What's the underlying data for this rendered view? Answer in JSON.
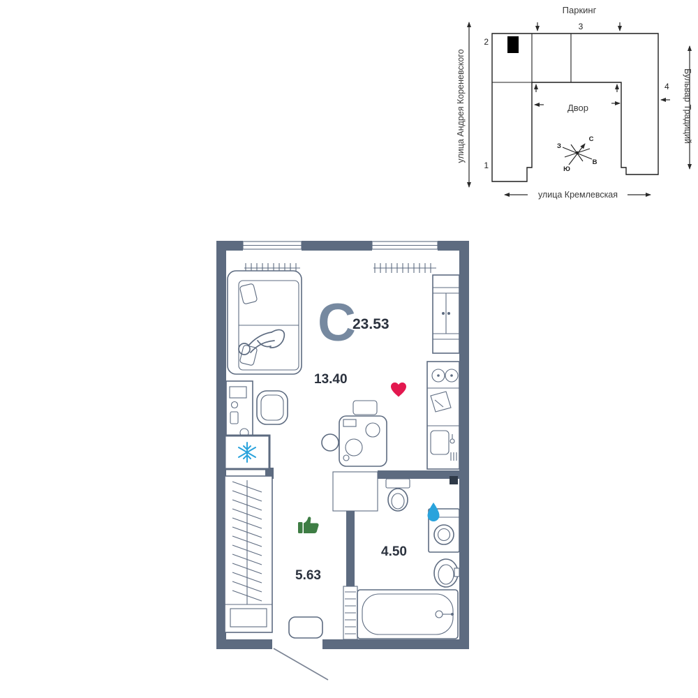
{
  "site_map": {
    "parking_label": "Паркинг",
    "street_left": "улица Андрея Кореневского",
    "street_right": "Бульвар Традиций",
    "street_bottom": "улица Кремлевская",
    "courtyard_label": "Двор",
    "sections": [
      "1",
      "2",
      "3",
      "4"
    ],
    "compass": {
      "north": "С",
      "south": "Ю",
      "west": "З",
      "east": "В"
    }
  },
  "floor_plan": {
    "type_letter": "С",
    "total_area": "23.53",
    "areas": {
      "living": "13.40",
      "bathroom": "4.50",
      "hallway": "5.63"
    },
    "colors": {
      "wall": "#5d6b80",
      "heart": "#e3184f",
      "thumbs_up": "#3e7d44",
      "water": "#2aa3dc"
    }
  }
}
